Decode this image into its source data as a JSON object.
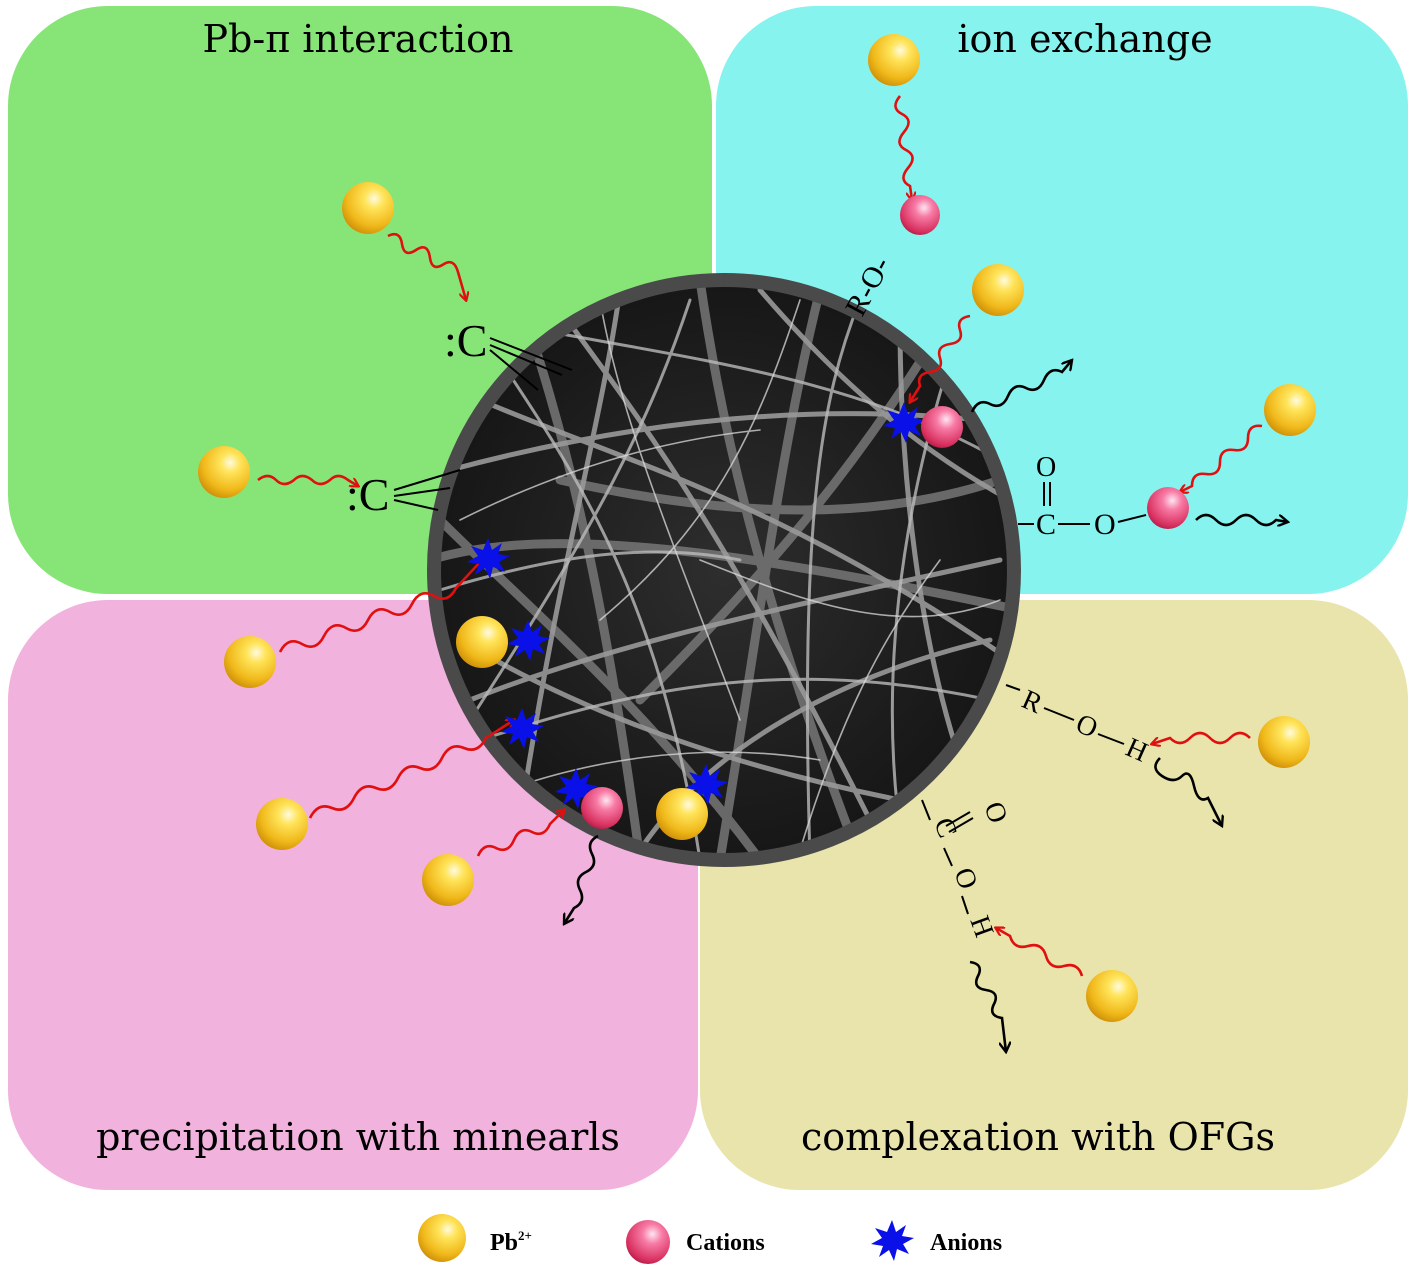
{
  "quadrants": {
    "top_left": {
      "title": "Pb-π interaction",
      "color": "#87e578"
    },
    "top_right": {
      "title": "ion exchange",
      "color": "#86f3ef"
    },
    "bottom_left": {
      "title": "precipitation with minearls",
      "color": "#f2b2de"
    },
    "bottom_right": {
      "title": "complexation with OFGs",
      "color": "#e8e4ac"
    }
  },
  "chem_labels": {
    "c_top": ":C",
    "c_mid": ":C",
    "r_o": "R-O-",
    "carboxylate_c": "C",
    "carboxylate_o": "O",
    "carboxylate_dbl_o": "O",
    "roh_r": "R",
    "roh_o": "O",
    "roh_h": "H",
    "cooh_c": "C",
    "cooh_dbl_o": "O",
    "cooh_o": "O",
    "cooh_h": "H"
  },
  "legend": {
    "pb_label": "Pb",
    "pb_sup": "2+",
    "cations_label": "Cations",
    "anions_label": "Anions"
  },
  "colors": {
    "pb_ion": "#f5c31a",
    "cation": "#e8457a",
    "anion": "#0a10e8",
    "arrow_in": "#e01010",
    "arrow_out": "#000000",
    "sem_ring": "#4a4a4a"
  }
}
